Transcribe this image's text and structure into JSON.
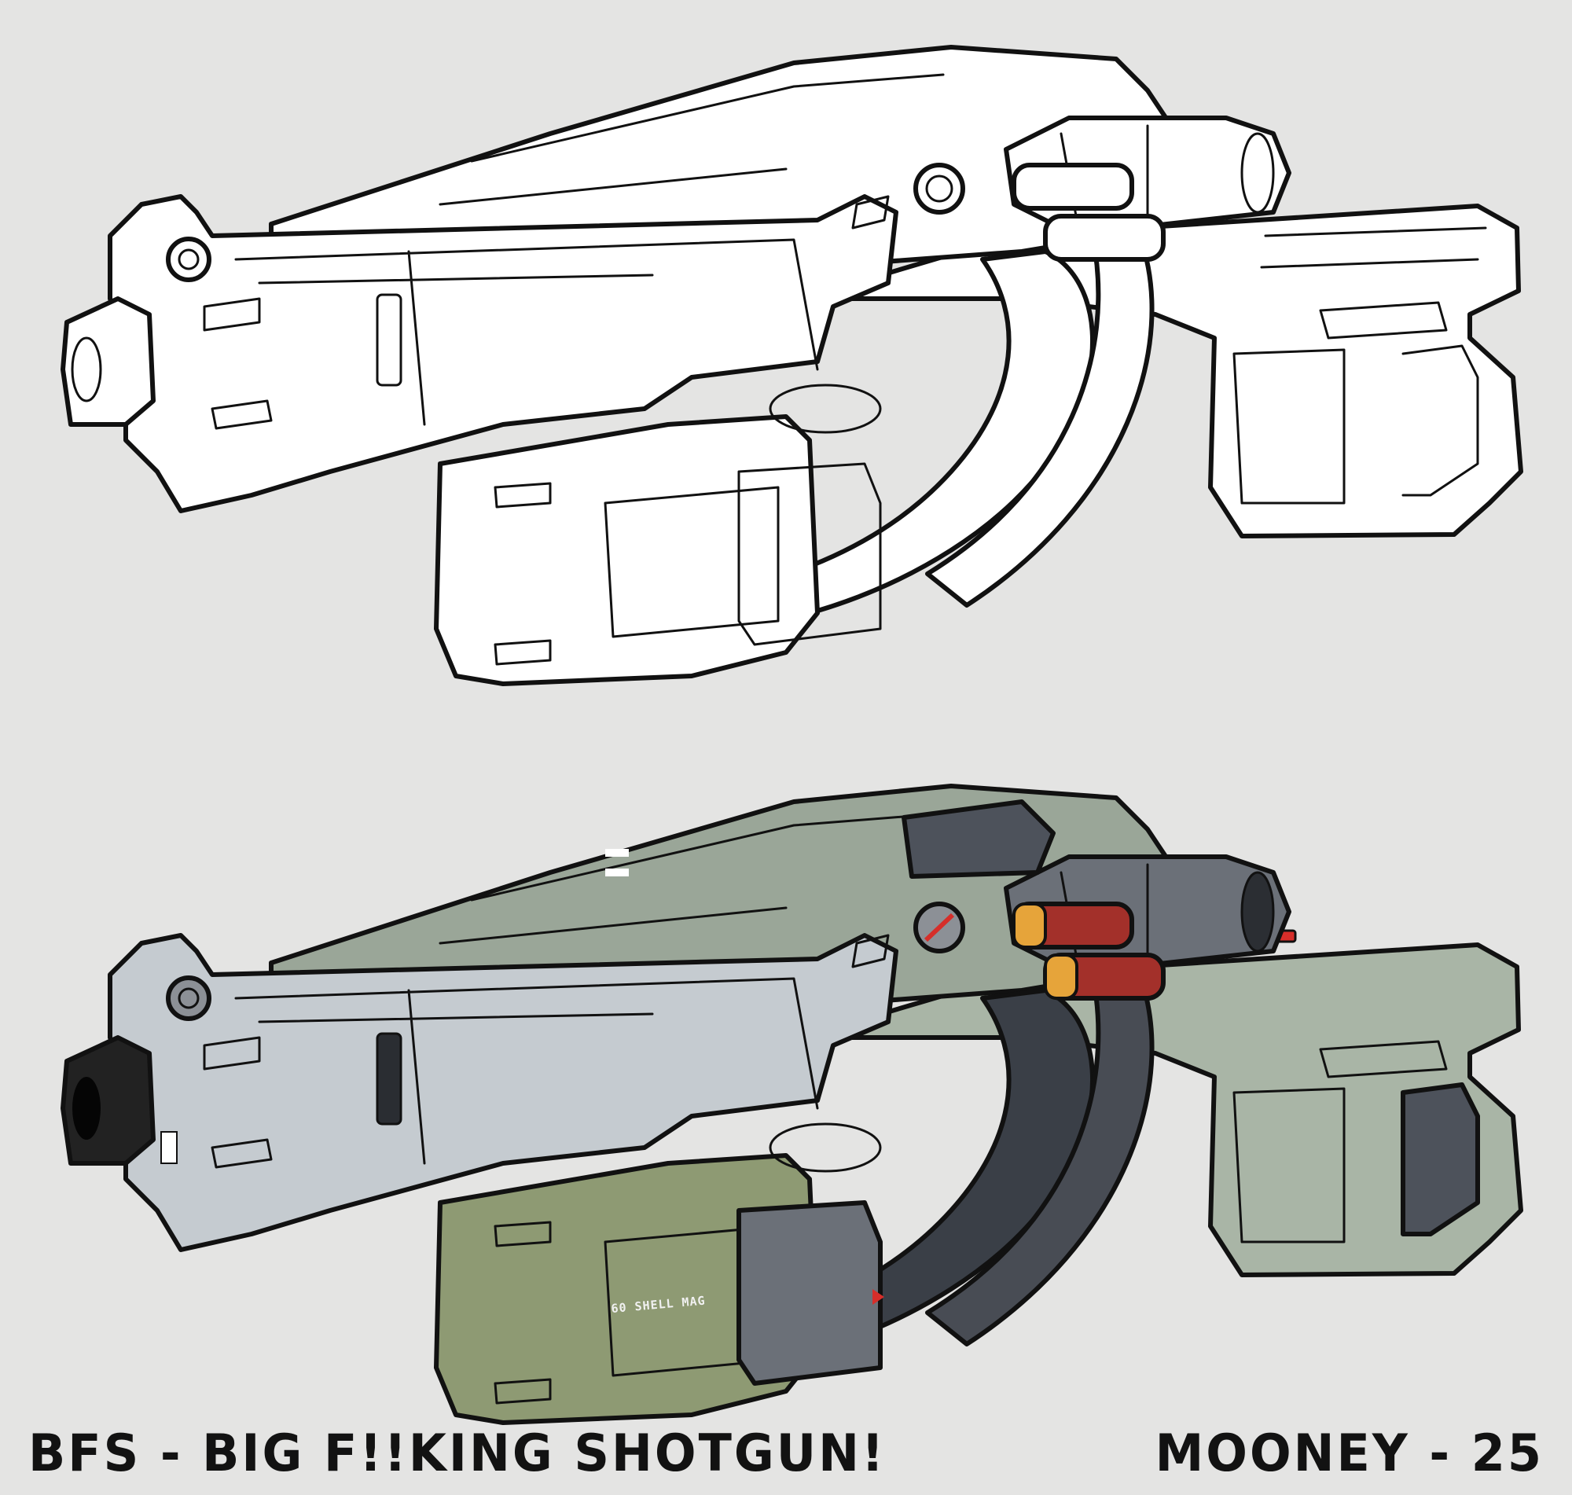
{
  "caption": {
    "title": "BFS - BIG F!!KING SHOTGUN!",
    "signature": "MOONEY - 25"
  },
  "views": [
    {
      "id": "lineart",
      "kind": "line-art drawing"
    },
    {
      "id": "colored",
      "kind": "colored render",
      "mag_label": "60 SHELL MAG"
    }
  ],
  "colors": {
    "background": "#e4e4e3",
    "ink": "#111111",
    "paper": "#ffffff",
    "steel_light": "#c5cbd0",
    "steel_mid": "#a9b1b8",
    "gunmetal": "#6b7078",
    "gunmetal_dark": "#484c54",
    "magazine_dark": "#3a3f47",
    "olive": "#8e9a73",
    "olive_dark": "#76825c",
    "sage": "#a9b5a6",
    "shell_red": "#a3302a",
    "shell_brass": "#e6a43a",
    "accent_red": "#d62e2a"
  }
}
